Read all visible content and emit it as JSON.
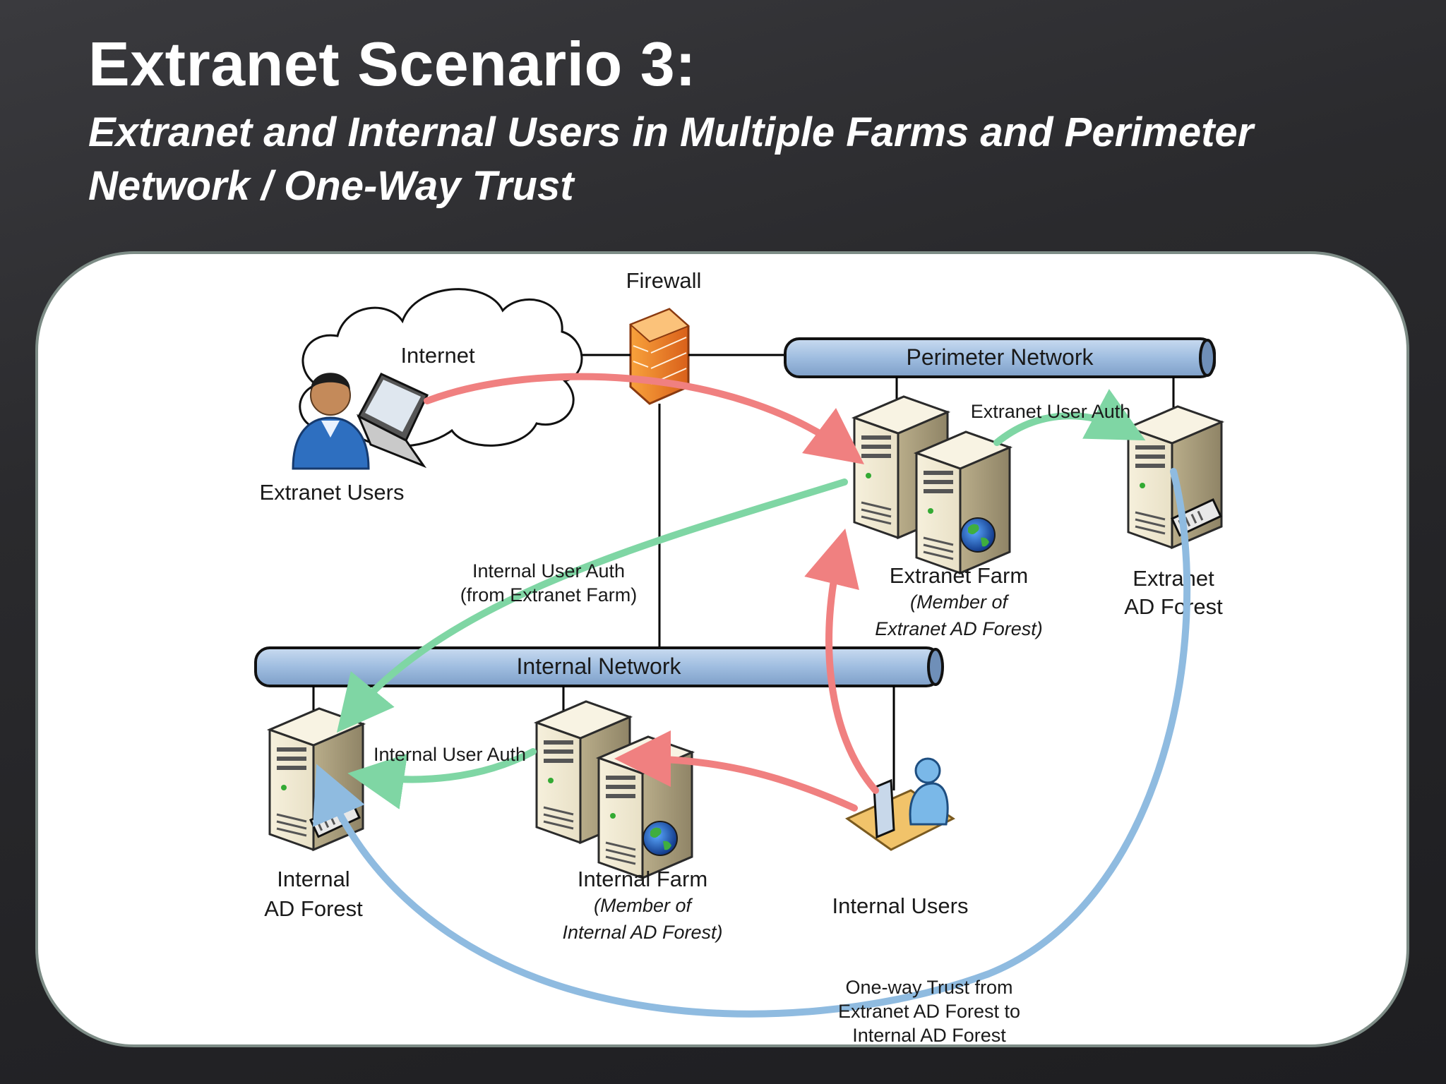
{
  "slide": {
    "title": "Extranet Scenario 3:",
    "subtitle_line1": "Extranet and Internal Users in Multiple Farms and Perimeter",
    "subtitle_line2": "Network / One-Way Trust"
  },
  "diagram": {
    "firewall": "Firewall",
    "internet": "Internet",
    "perimeter_network": "Perimeter Network",
    "internal_network": "Internal Network",
    "extranet_users": "Extranet Users",
    "extranet_user_auth": "Extranet User Auth",
    "internal_user_auth_from_farm_line1": "Internal User Auth",
    "internal_user_auth_from_farm_line2": "(from Extranet Farm)",
    "internal_user_auth": "Internal User Auth",
    "extranet_farm": "Extranet Farm",
    "extranet_farm_note_line1": "(Member of",
    "extranet_farm_note_line2": "Extranet AD Forest)",
    "extranet_ad_forest_line1": "Extranet",
    "extranet_ad_forest_line2": "AD Forest",
    "internal_ad_forest_line1": "Internal",
    "internal_ad_forest_line2": "AD Forest",
    "internal_farm": "Internal Farm",
    "internal_farm_note_line1": "(Member of",
    "internal_farm_note_line2": "Internal AD Forest)",
    "internal_users": "Internal Users",
    "trust_line1": "One-way Trust from",
    "trust_line2": "Extranet AD Forest to",
    "trust_line3": "Internal AD Forest"
  },
  "colors": {
    "extranet_flow": "#f08080",
    "internal_flow": "#7fd6a4",
    "trust_flow": "#8fbbe0",
    "network_bar": "#9fbde0"
  }
}
